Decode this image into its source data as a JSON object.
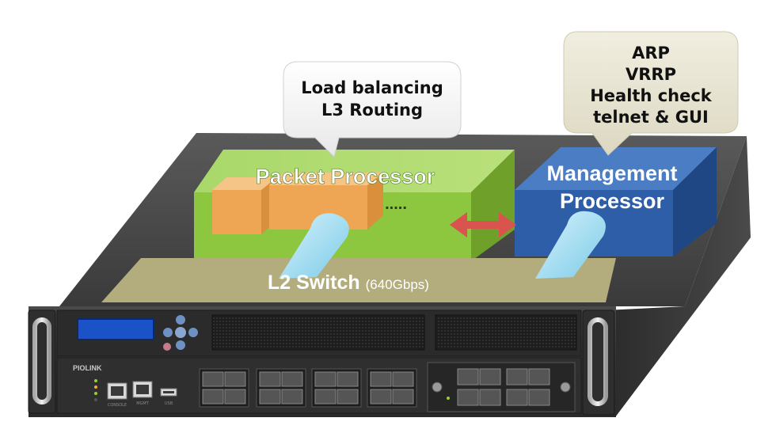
{
  "callouts": {
    "left": [
      "Load balancing",
      "L3 Routing"
    ],
    "right": [
      "ARP",
      "VRRP",
      "Health check",
      "telnet & GUI"
    ]
  },
  "blocks": {
    "packet_processor": "Packet Processor",
    "ellipsis": ".....",
    "management_processor": [
      "Management",
      "Processor"
    ],
    "l2_switch": "L2 Switch",
    "l2_switch_speed": "(640Gbps)"
  },
  "device": {
    "brand": "PIOLINK",
    "console_label": "CONSOLE",
    "mgmt_label": "MGMT",
    "usb_label": "USB"
  },
  "colors": {
    "packet_processor": "#8dc63f",
    "management_processor": "#2e5ea8",
    "l2_switch": "#b3ad7e",
    "arrow": "#d9534f",
    "lcd": "#1a52c8"
  }
}
